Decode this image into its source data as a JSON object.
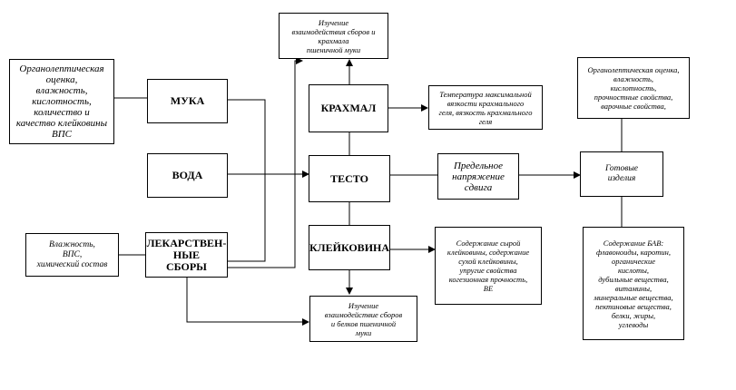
{
  "nodes": {
    "organoleptic_flour": "Органолептическая\nоценка,\nвлажность,\nкислотность,\nколичество и\nкачество клейковины\nВПС",
    "flour": "МУКА",
    "water": "ВОДА",
    "herbal": "ЛЕКАРСТВЕН-\nНЫЕ\nСБОРЫ",
    "herbal_props": "Влажность,\nВПС,\nхимический состав",
    "starch_study": "Изучение\nвзаимодействия сборов и\nкрахмала\nпшеничной муки",
    "starch": "КРАХМАЛ",
    "starch_props": "Температура максимальной\nвязкости крахмального\nгеля, вязкость крахмального\nгеля",
    "dough": "ТЕСТО",
    "shear": "Предельное\nнапряжение\nсдвига",
    "gluten": "КЛЕЙКОВИНА",
    "gluten_props": "Содержание сырой\nклейковины, содержание\nсухой клейковины,\nупругие свойства\nкогезионная прочность,\nВЕ",
    "protein_study": "Изучение\nвзаимодействие сборов\nи белков пшеничной\nмуки",
    "products": "Готовые\nизделия",
    "products_quality": "Органолептическая оценка,\nвлажность,\nкислотность,\nпрочностные свойства,\nварочные свойства,",
    "bav": "Содержание БАВ:\nфлавоноиды, каротин,\nорганические\nкислоты,\nдубильные вещества,\nвитамины,\nминеральные вещества,\nпектиновые вещества,\nбелки, жиры,\nуглеводы"
  }
}
